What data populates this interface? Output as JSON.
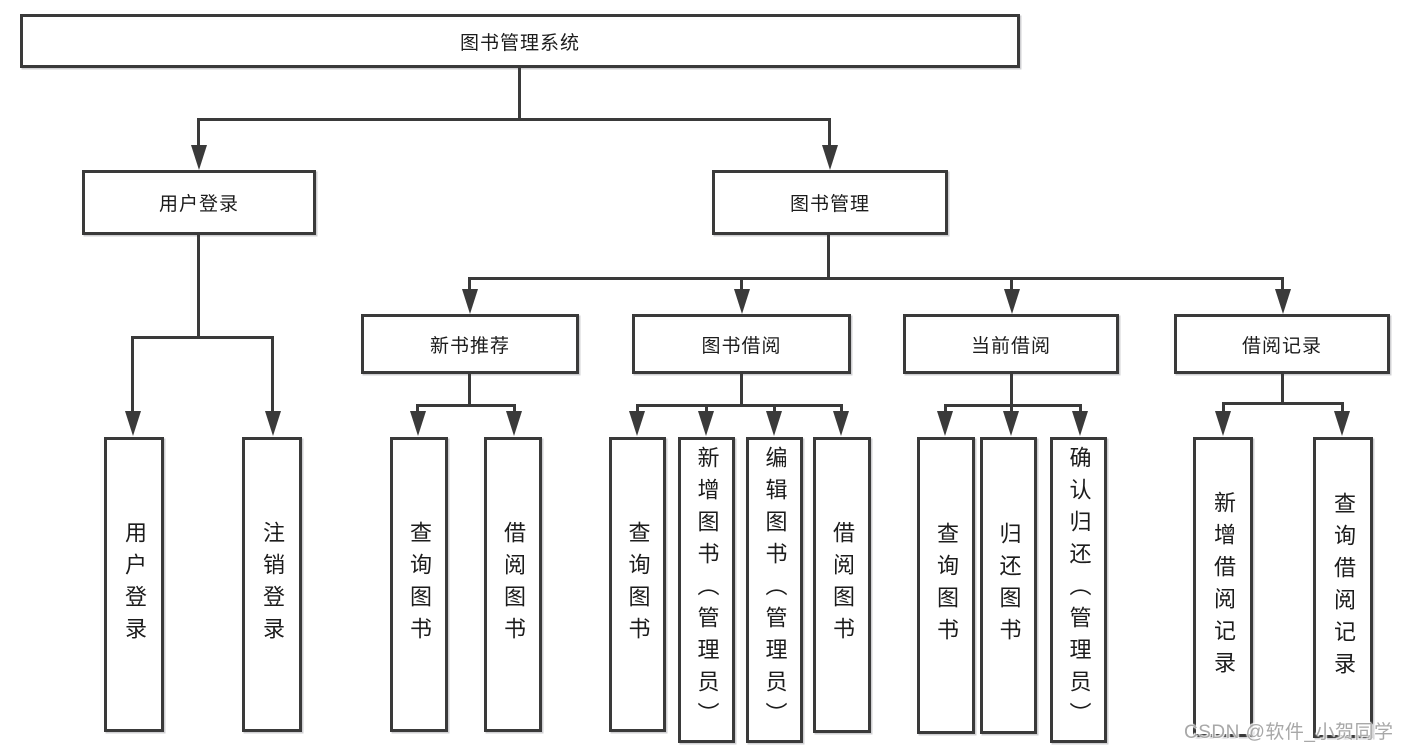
{
  "diagram": {
    "root": {
      "label": "图书管理系统"
    },
    "level2": [
      {
        "id": "user-login",
        "label": "用户登录",
        "parent": "root"
      },
      {
        "id": "book-management",
        "label": "图书管理",
        "parent": "root"
      }
    ],
    "level3": [
      {
        "id": "new-book-recommend",
        "label": "新书推荐",
        "parent": "book-management"
      },
      {
        "id": "book-borrow",
        "label": "图书借阅",
        "parent": "book-management"
      },
      {
        "id": "current-borrow",
        "label": "当前借阅",
        "parent": "book-management"
      },
      {
        "id": "borrow-records",
        "label": "借阅记录",
        "parent": "book-management"
      }
    ],
    "leaves": [
      {
        "label": "用户登录",
        "parent": "user-login"
      },
      {
        "label": "注销登录",
        "parent": "user-login"
      },
      {
        "label": "查询图书",
        "parent": "new-book-recommend"
      },
      {
        "label": "借阅图书",
        "parent": "new-book-recommend"
      },
      {
        "label": "查询图书",
        "parent": "book-borrow"
      },
      {
        "label": "新增图书（管理员）",
        "parent": "book-borrow"
      },
      {
        "label": "编辑图书（管理员）",
        "parent": "book-borrow"
      },
      {
        "label": "借阅图书",
        "parent": "book-borrow"
      },
      {
        "label": "查询图书",
        "parent": "current-borrow"
      },
      {
        "label": "归还图书",
        "parent": "current-borrow"
      },
      {
        "label": "确认归还（管理员）",
        "parent": "current-borrow"
      },
      {
        "label": "新增借阅记录",
        "parent": "borrow-records"
      },
      {
        "label": "查询借阅记录",
        "parent": "borrow-records"
      }
    ]
  },
  "watermark": {
    "text": "CSDN @软件_小贺同学"
  },
  "colors": {
    "line": "#3a3a3a",
    "text": "#1c1c1c",
    "background": "#ffffff",
    "watermark": "#a8a8a8"
  }
}
